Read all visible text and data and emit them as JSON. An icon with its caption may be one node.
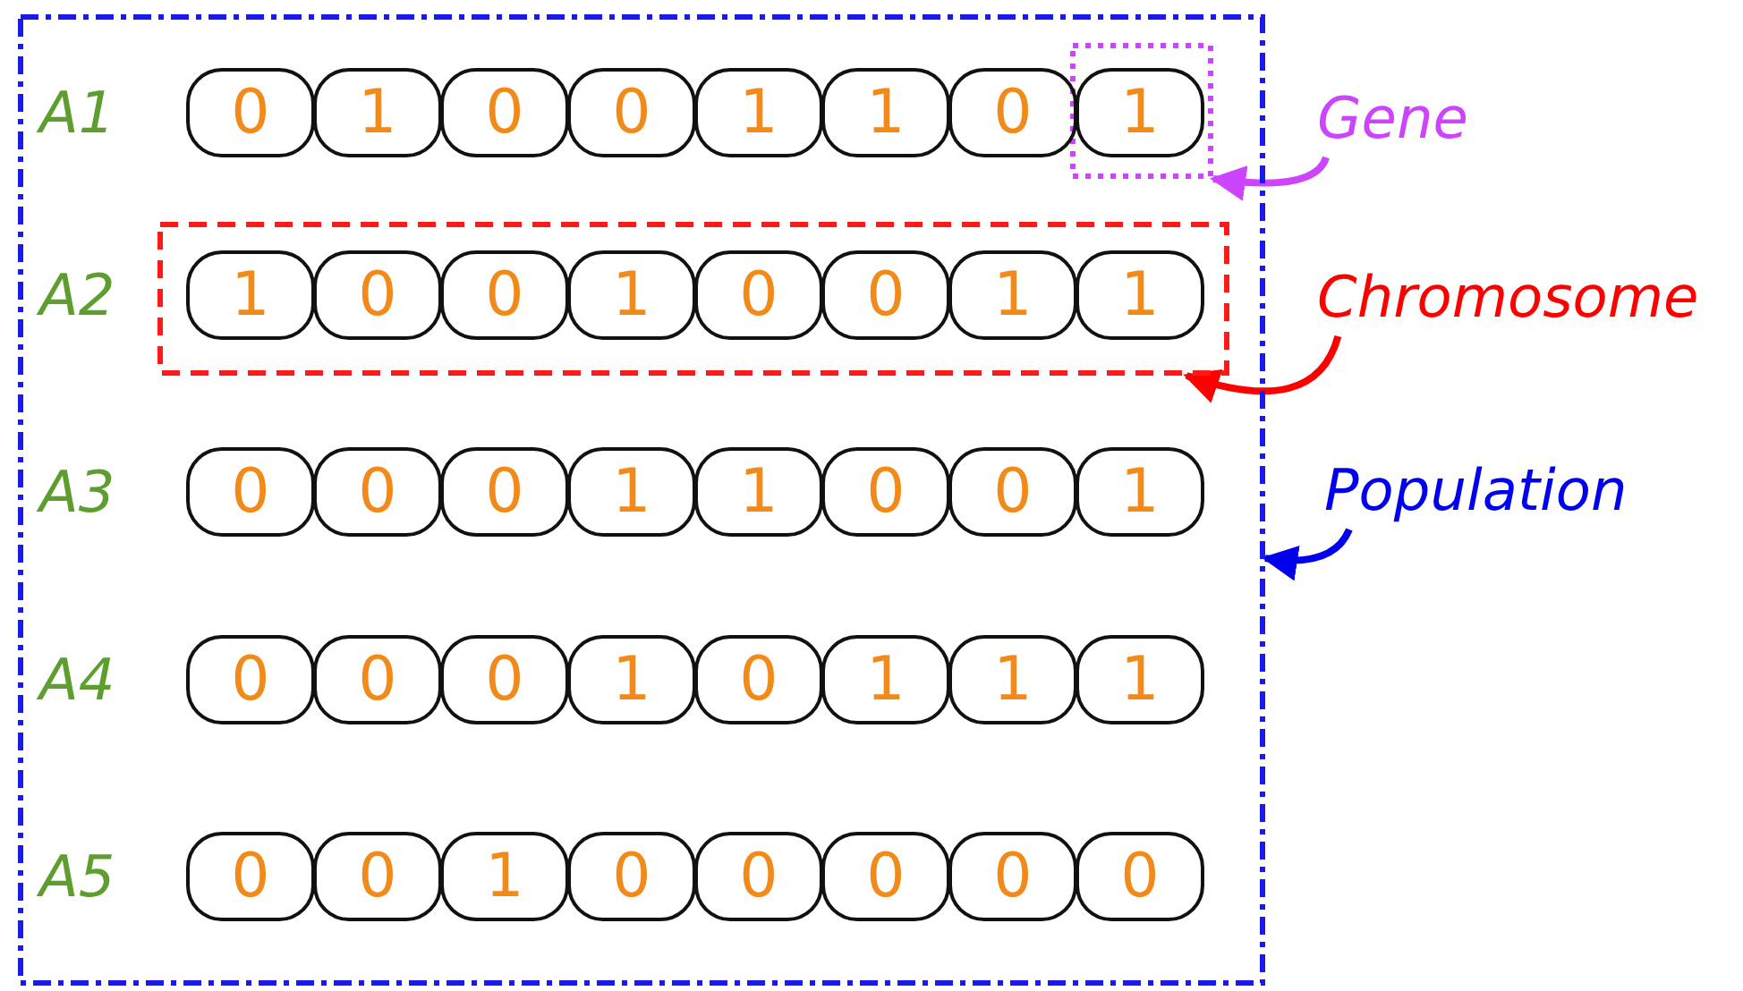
{
  "diagram": {
    "nodes": [
      {
        "text": [],
        "shape": "box"
      },
      {
        "text": [
          "0"
        ],
        "in": 0
      },
      {
        "text": [
          "1"
        ],
        "in": 0
      },
      {
        "text": [
          "0"
        ],
        "in": 0
      },
      {
        "text": [
          "0"
        ],
        "in": 0
      },
      {
        "text": [
          "1"
        ],
        "in": 0
      },
      {
        "text": [
          "1"
        ],
        "in": 0
      },
      {
        "text": [
          "0"
        ],
        "in": 0
      },
      {
        "text": [],
        "shape": "box",
        "in": 0
      },
      {
        "text": [
          "1"
        ],
        "in": 8
      },
      {
        "text": [],
        "shape": "box",
        "in": 0
      },
      {
        "text": [
          "1"
        ],
        "in": 10
      },
      {
        "text": [
          "0"
        ],
        "in": 10
      },
      {
        "text": [
          "0"
        ],
        "in": 10
      },
      {
        "text": [
          "1"
        ],
        "in": 10
      },
      {
        "text": [
          "0"
        ],
        "in": 10
      },
      {
        "text": [
          "0"
        ],
        "in": 10
      },
      {
        "text": [
          "1"
        ],
        "in": 10
      },
      {
        "text": [
          "1"
        ],
        "in": 10
      },
      {
        "text": [
          "0"
        ],
        "in": 0
      },
      {
        "text": [
          "0"
        ],
        "in": 0
      },
      {
        "text": [
          "0"
        ],
        "in": 0
      },
      {
        "text": [
          "1"
        ],
        "in": 0
      },
      {
        "text": [
          "1"
        ],
        "in": 0
      },
      {
        "text": [
          "0"
        ],
        "in": 0
      },
      {
        "text": [
          "0"
        ],
        "in": 0
      },
      {
        "text": [
          "1"
        ],
        "in": 0
      },
      {
        "text": [
          "0"
        ],
        "in": 0
      },
      {
        "text": [
          "0"
        ],
        "in": 0
      },
      {
        "text": [
          "0"
        ],
        "in": 0
      },
      {
        "text": [
          "1"
        ],
        "in": 0
      },
      {
        "text": [
          "0"
        ],
        "in": 0
      },
      {
        "text": [
          "1"
        ],
        "in": 0
      },
      {
        "text": [
          "1"
        ],
        "in": 0
      },
      {
        "text": [
          "1"
        ],
        "in": 0
      },
      {
        "text": [
          "0"
        ],
        "in": 0
      },
      {
        "text": [
          "0"
        ],
        "in": 0
      },
      {
        "text": [
          "1"
        ],
        "in": 0
      },
      {
        "text": [
          "0"
        ],
        "in": 0
      },
      {
        "text": [
          "0"
        ],
        "in": 0
      },
      {
        "text": [
          "0"
        ],
        "in": 0
      },
      {
        "text": [
          "0"
        ],
        "in": 0
      },
      {
        "text": [
          "0"
        ],
        "in": 0
      },
      {
        "text": [
          "Gene"
        ]
      },
      {
        "text": [
          "Chromosome"
        ]
      },
      {
        "text": [
          "Population"
        ]
      }
    ],
    "edges": [
      {
        "from": 43,
        "to": 8,
        "arrow": "to",
        "color": "#cc44ff"
      },
      {
        "from": 44,
        "to": 10,
        "arrow": "to",
        "color": "#ff0000"
      },
      {
        "from": 45,
        "to": 0,
        "arrow": "to",
        "color": "#0000ee"
      }
    ],
    "labels": [
      "A1",
      "A2",
      "A3",
      "A4",
      "A5"
    ]
  }
}
